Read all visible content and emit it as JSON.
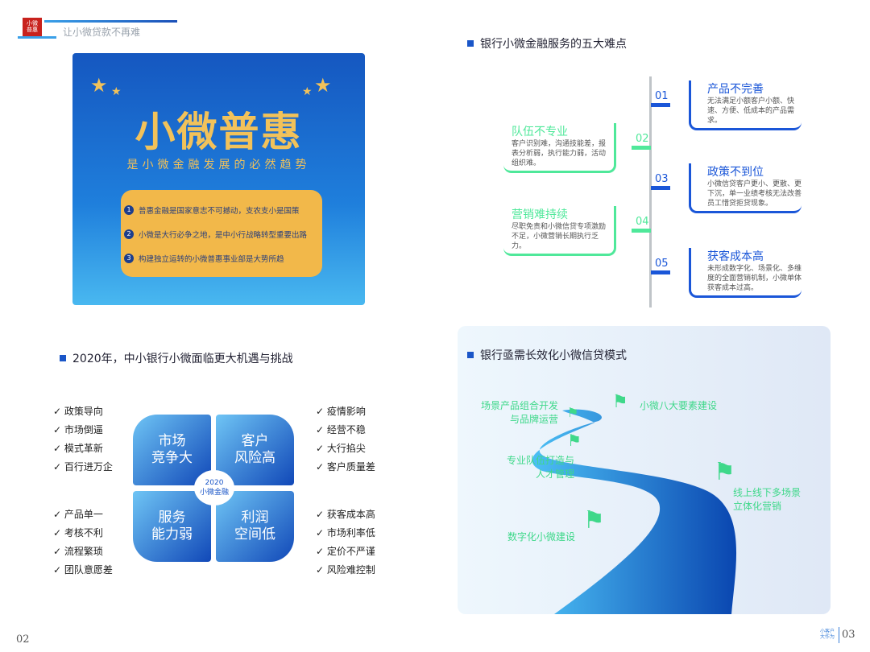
{
  "header": {
    "logo_text": "小微普惠",
    "tagline": "让小微贷款不再难"
  },
  "poster": {
    "title": "小微普惠",
    "subtitle": "是小微金融发展的必然趋势",
    "points": [
      {
        "n": "1",
        "text": "普惠金融是国家意志不可撼动，支农支小是国策"
      },
      {
        "n": "2",
        "text": "小微是大行必争之地，是中小行战略转型重要出路"
      },
      {
        "n": "3",
        "text": "构建独立运转的小微普惠事业部是大势所趋"
      }
    ]
  },
  "difficulties": {
    "title": "银行小微金融服务的五大难点",
    "items": [
      {
        "num": "01",
        "title": "产品不完善",
        "desc": "无法满足小额客户小额、快速、方便、低成本的产品需求。"
      },
      {
        "num": "02",
        "title": "队伍不专业",
        "desc": "客户识别难，沟通技能差，报表分析弱，执行能力弱，活动组织难。"
      },
      {
        "num": "03",
        "title": "政策不到位",
        "desc": "小微信贷客户更小、更散、更下沉，单一业绩考核无法改善员工惜贷拒贷现象。"
      },
      {
        "num": "04",
        "title": "营销难持续",
        "desc": "尽职免责和小微信贷专项激励不足，小微营销长期执行乏力。"
      },
      {
        "num": "05",
        "title": "获客成本高",
        "desc": "未形成数字化、场景化、多维度的全面营销机制，小微单体获客成本过高。"
      }
    ],
    "colors": {
      "blue": "#1a56d8",
      "green": "#4fe89a"
    }
  },
  "opportunities": {
    "title": "2020年，中小银行小微面临更大机遇与挑战",
    "left_top": [
      "政策导向",
      "市场倒逼",
      "模式革新",
      "百行进万企"
    ],
    "left_bottom": [
      "产品单一",
      "考核不利",
      "流程繁琐",
      "团队意愿差"
    ],
    "right_top": [
      "疫情影响",
      "经营不稳",
      "大行掐尖",
      "客户质量差"
    ],
    "right_bottom": [
      "获客成本高",
      "市场利率低",
      "定价不严谨",
      "风险难控制"
    ],
    "tiles": [
      [
        "市场",
        "竞争大"
      ],
      [
        "客户",
        "风险高"
      ],
      [
        "服务",
        "能力弱"
      ],
      [
        "利润",
        "空间低"
      ]
    ],
    "center": {
      "year": "2020",
      "label": "小微金融"
    },
    "check": "✓"
  },
  "model": {
    "title": "银行亟需长效化小微信贷模式",
    "milestones": [
      "场景产品组合开发与品牌运营",
      "小微八大要素建设",
      "专业队伍打造与人才管理",
      "线上线下多场景立体化营销",
      "数字化小微建设"
    ]
  },
  "footer": {
    "left_page": "02",
    "right_page": "03",
    "logo_text": "小客户大作为"
  }
}
